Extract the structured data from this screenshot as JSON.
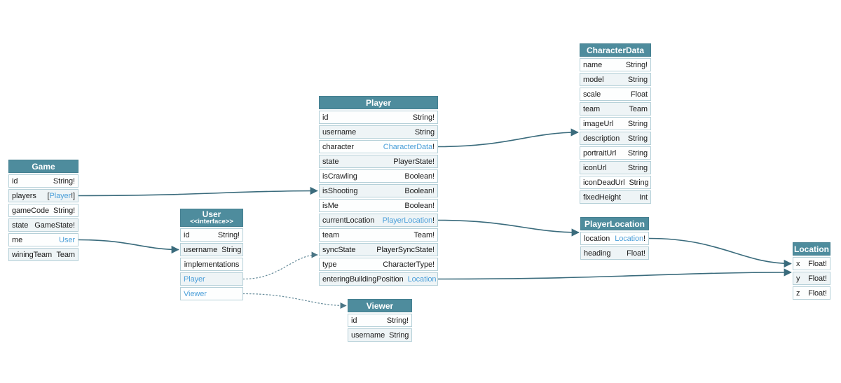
{
  "diagram": {
    "colors": {
      "header_bg": "#4e8c9d",
      "type_link": "#4b9fd9",
      "arrow_solid": "#3a6b7c",
      "arrow_dotted": "#6b8f9d",
      "row_alt_bg": "#eef4f6",
      "row_border": "#b5d0d8"
    },
    "tables": {
      "game": {
        "title": "Game",
        "fields": [
          {
            "name": "id",
            "type": "String!"
          },
          {
            "name": "players",
            "type": "[Player!]",
            "link_part": "Player"
          },
          {
            "name": "gameCode",
            "type": "String!"
          },
          {
            "name": "state",
            "type": "GameState!"
          },
          {
            "name": "me",
            "type": "User",
            "link_part": "User"
          },
          {
            "name": "winingTeam",
            "type": "Team"
          }
        ]
      },
      "user": {
        "title": "User",
        "subtitle": "<<interface>>",
        "fields": [
          {
            "name": "id",
            "type": "String!"
          },
          {
            "name": "username",
            "type": "String"
          },
          {
            "name": "implementations",
            "centered": true
          },
          {
            "name": "Player",
            "name_link": true
          },
          {
            "name": "Viewer",
            "name_link": true
          }
        ]
      },
      "player": {
        "title": "Player",
        "fields": [
          {
            "name": "id",
            "type": "String!"
          },
          {
            "name": "username",
            "type": "String"
          },
          {
            "name": "character",
            "type": "CharacterData!",
            "link_part": "CharacterData"
          },
          {
            "name": "state",
            "type": "PlayerState!"
          },
          {
            "name": "isCrawling",
            "type": "Boolean!"
          },
          {
            "name": "isShooting",
            "type": "Boolean!"
          },
          {
            "name": "isMe",
            "type": "Boolean!"
          },
          {
            "name": "currentLocation",
            "type": "PlayerLocation!",
            "link_part": "PlayerLocation"
          },
          {
            "name": "team",
            "type": "Team!"
          },
          {
            "name": "syncState",
            "type": "PlayerSyncState!"
          },
          {
            "name": "type",
            "type": "CharacterType!"
          },
          {
            "name": "enteringBuildingPosition",
            "type": "Location",
            "link_part": "Location"
          }
        ]
      },
      "characterData": {
        "title": "CharacterData",
        "fields": [
          {
            "name": "name",
            "type": "String!"
          },
          {
            "name": "model",
            "type": "String"
          },
          {
            "name": "scale",
            "type": "Float"
          },
          {
            "name": "team",
            "type": "Team"
          },
          {
            "name": "imageUrl",
            "type": "String"
          },
          {
            "name": "description",
            "type": "String"
          },
          {
            "name": "portraitUrl",
            "type": "String"
          },
          {
            "name": "iconUrl",
            "type": "String"
          },
          {
            "name": "iconDeadUrl",
            "type": "String"
          },
          {
            "name": "fixedHeight",
            "type": "Int"
          }
        ]
      },
      "playerLocation": {
        "title": "PlayerLocation",
        "fields": [
          {
            "name": "location",
            "type": "Location!",
            "link_part": "Location"
          },
          {
            "name": "heading",
            "type": "Float!"
          }
        ]
      },
      "location": {
        "title": "Location",
        "fields": [
          {
            "name": "x",
            "type": "Float!"
          },
          {
            "name": "y",
            "type": "Float!"
          },
          {
            "name": "z",
            "type": "Float!"
          }
        ]
      },
      "viewer": {
        "title": "Viewer",
        "fields": [
          {
            "name": "id",
            "type": "String!"
          },
          {
            "name": "username",
            "type": "String"
          }
        ]
      }
    },
    "edges": [
      {
        "from": {
          "table": "game",
          "field": "players"
        },
        "to": {
          "table": "player",
          "field": "isShooting"
        },
        "style": "solid"
      },
      {
        "from": {
          "table": "game",
          "field": "me"
        },
        "to": {
          "table": "user",
          "field": "username"
        },
        "style": "solid"
      },
      {
        "from": {
          "table": "player",
          "field": "character"
        },
        "to": {
          "table": "characterData",
          "field": "description",
          "anchor": "top"
        },
        "style": "solid"
      },
      {
        "from": {
          "table": "player",
          "field": "currentLocation"
        },
        "to": {
          "table": "playerLocation",
          "field": "location",
          "anchor": "top"
        },
        "style": "solid"
      },
      {
        "from": {
          "table": "player",
          "field": "enteringBuildingPosition"
        },
        "to": {
          "table": "location",
          "field": "y",
          "anchor": "top"
        },
        "style": "solid"
      },
      {
        "from": {
          "table": "playerLocation",
          "field": "location"
        },
        "to": {
          "table": "location",
          "field": "x"
        },
        "style": "solid"
      },
      {
        "from": {
          "table": "user",
          "field": "Player"
        },
        "to": {
          "table": "player",
          "field": "syncState",
          "anchor": "bottom"
        },
        "style": "dotted"
      },
      {
        "from": {
          "table": "user",
          "field": "Viewer"
        },
        "to": {
          "table": "viewer",
          "header": true
        },
        "style": "dotted"
      }
    ]
  }
}
